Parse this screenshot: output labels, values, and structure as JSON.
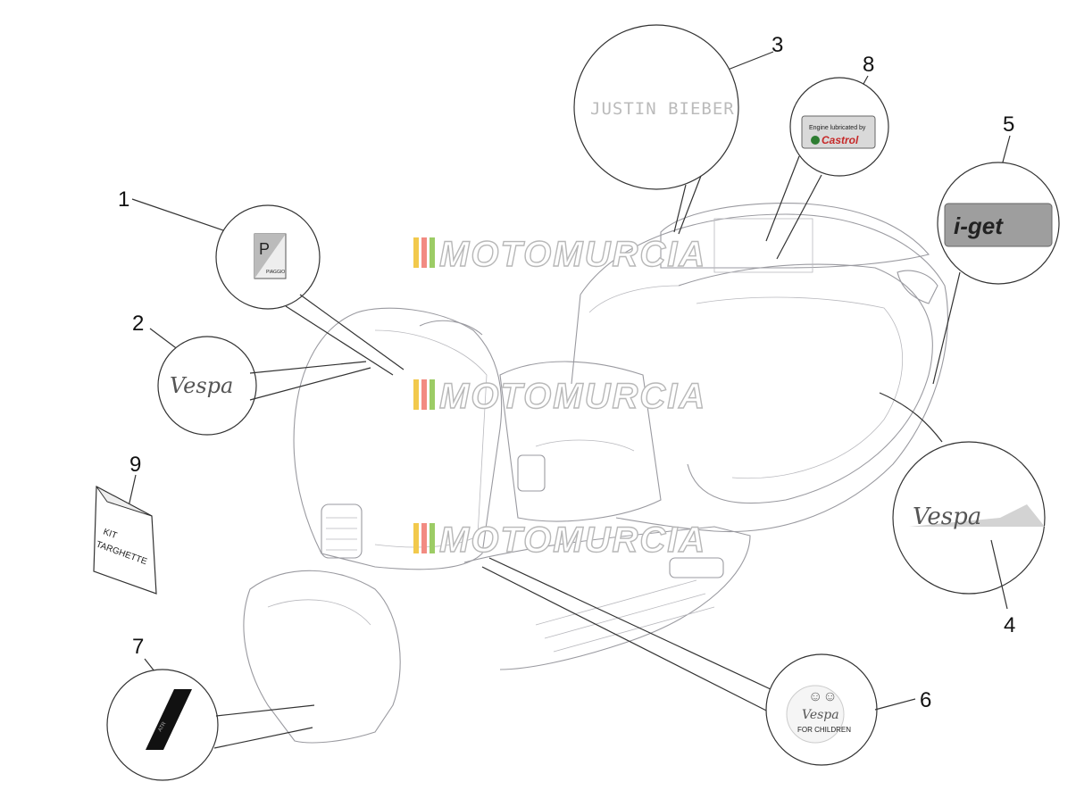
{
  "watermark": {
    "text": "MOTOMURCIA",
    "colors": [
      "#f2c94c",
      "#f28b82",
      "#9ccc65",
      "#b0bec5"
    ]
  },
  "callouts": [
    {
      "number": "1"
    },
    {
      "number": "2"
    },
    {
      "number": "3"
    },
    {
      "number": "4"
    },
    {
      "number": "5"
    },
    {
      "number": "6"
    },
    {
      "number": "7"
    },
    {
      "number": "8"
    },
    {
      "number": "9"
    }
  ],
  "decals": {
    "piaggio_badge": {
      "letter": "P",
      "brand": "PIAGGIO"
    },
    "vespa_script": "Vespa",
    "signature": "JUSTIN BIEBER",
    "castrol": {
      "line1": "Engine lubricated by",
      "line2": "Castrol"
    },
    "iget": {
      "logo": "i-get"
    },
    "children": {
      "script": "Vespa",
      "caption": "FOR CHILDREN"
    },
    "kit_bag": {
      "line1": "KIT",
      "line2": "TARGHETTE"
    },
    "stripe_7": {
      "text": "ATR"
    }
  },
  "colors": {
    "line": "#333333",
    "scooter": "#9a9aa0",
    "castrol_green": "#2e7d32",
    "castrol_red": "#c62828"
  }
}
